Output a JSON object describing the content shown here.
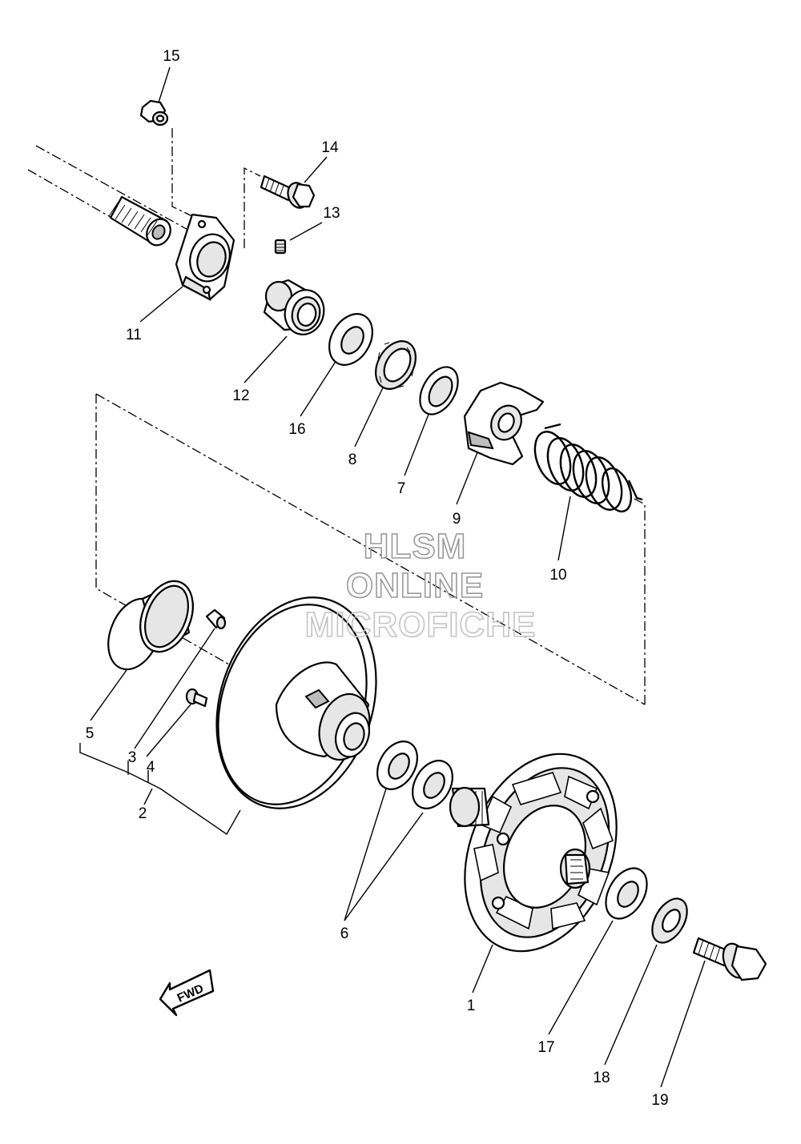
{
  "callouts": [
    {
      "id": "15",
      "text": "15"
    },
    {
      "id": "14",
      "text": "14"
    },
    {
      "id": "13",
      "text": "13"
    },
    {
      "id": "11",
      "text": "11"
    },
    {
      "id": "12",
      "text": "12"
    },
    {
      "id": "16",
      "text": "16"
    },
    {
      "id": "8",
      "text": "8"
    },
    {
      "id": "7",
      "text": "7"
    },
    {
      "id": "9",
      "text": "9"
    },
    {
      "id": "10",
      "text": "10"
    },
    {
      "id": "5",
      "text": "5"
    },
    {
      "id": "3",
      "text": "3"
    },
    {
      "id": "4",
      "text": "4"
    },
    {
      "id": "2",
      "text": "2"
    },
    {
      "id": "6",
      "text": "6"
    },
    {
      "id": "1",
      "text": "1"
    },
    {
      "id": "17",
      "text": "17"
    },
    {
      "id": "18",
      "text": "18"
    },
    {
      "id": "19",
      "text": "19"
    }
  ],
  "watermark": {
    "line1": "HLSM",
    "line2": "ONLINE",
    "line3": "MICROFICHE"
  },
  "fwd_label": "FWD"
}
